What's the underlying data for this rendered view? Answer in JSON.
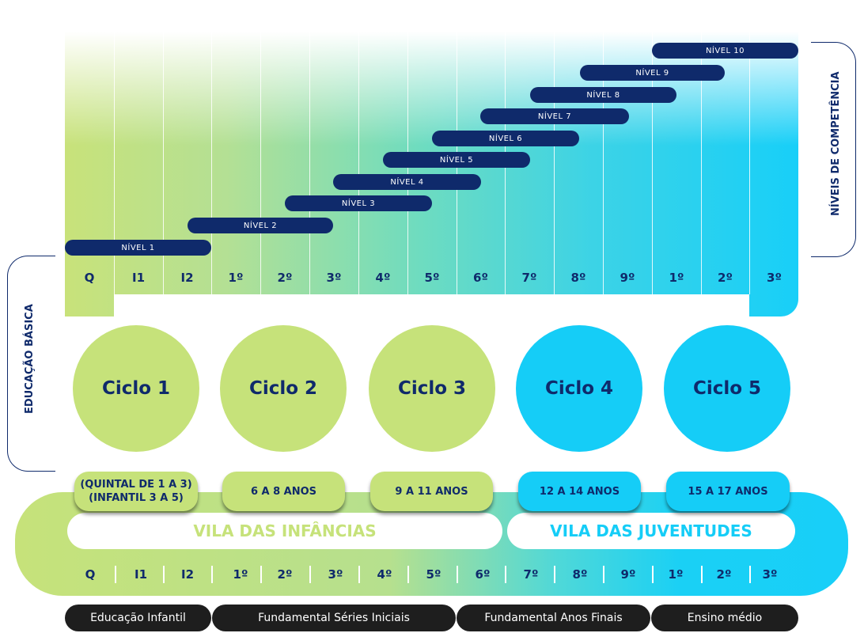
{
  "levels_axis_label": "NÍVEIS DE COMPETÊNCIA",
  "education_axis_label": "EDUCAÇÃO BÁSICA",
  "levels": [
    "NÍVEL 1",
    "NÍVEL 2",
    "NÍVEL 3",
    "NÍVEL 4",
    "NÍVEL 5",
    "NÍVEL 6",
    "NÍVEL 7",
    "NÍVEL 8",
    "NÍVEL 9",
    "NÍVEL 10"
  ],
  "grades": [
    "Q",
    "I1",
    "I2",
    "1º",
    "2º",
    "3º",
    "4º",
    "5º",
    "6º",
    "7º",
    "8º",
    "9º",
    "1º",
    "2º",
    "3º"
  ],
  "cycles": [
    "Ciclo 1",
    "Ciclo 2",
    "Ciclo 3",
    "Ciclo 4",
    "Ciclo 5"
  ],
  "ages": [
    "(QUINTAL DE 1 A 3)\n(INFANTIL 3 A 5)",
    "6 A 8 ANOS",
    "9 A 11 ANOS",
    "12 A 14 ANOS",
    "15 A 17 ANOS"
  ],
  "vilas": [
    "VILA DAS INFÂNCIAS",
    "VILA DAS JUVENTUDES"
  ],
  "stages": [
    "Educação Infantil",
    "Fundamental Séries Iniciais",
    "Fundamental Anos Finais",
    "Ensino médio"
  ],
  "colors": {
    "navy": "#0f2a6b",
    "green": "#c6e27a",
    "cyan": "#15cdf7",
    "dark": "#1e1e1e"
  }
}
